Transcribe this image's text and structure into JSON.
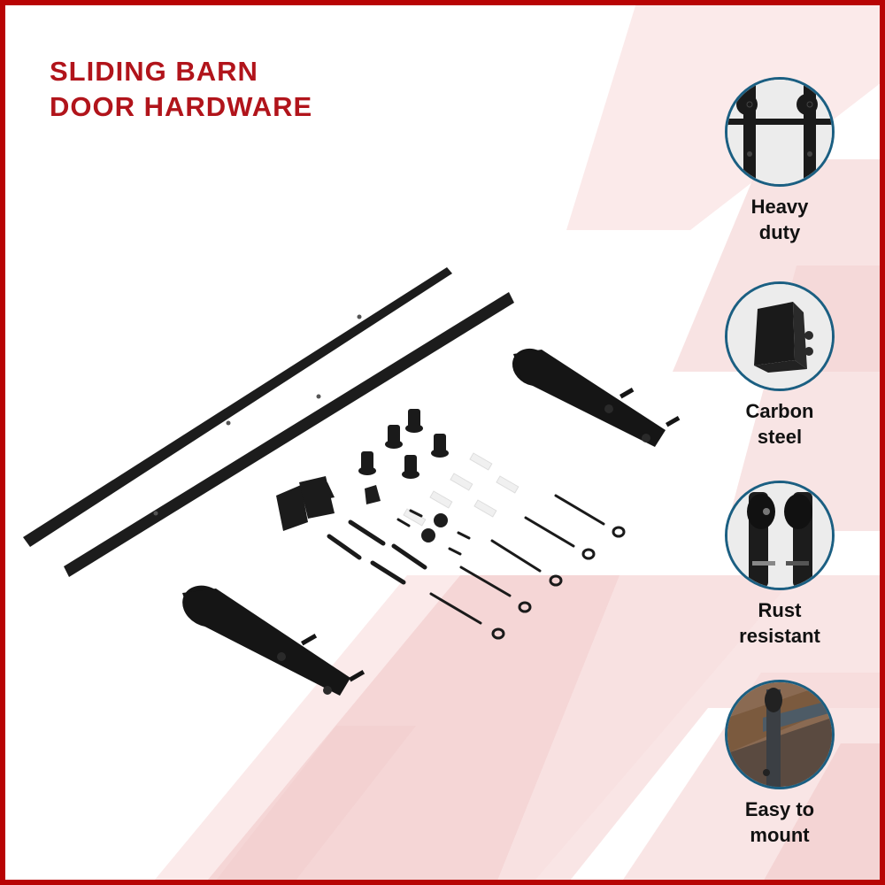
{
  "header": {
    "title_line1": "SLIDING BARN",
    "title_line2": "DOOR HARDWARE"
  },
  "colors": {
    "border": "#b80404",
    "title": "#b1141b",
    "badge_ring": "#1b5f82",
    "background_accent": "#f4d3d3",
    "hardware": "#1a1a1a"
  },
  "product": {
    "name": "Sliding barn door hardware kit",
    "components": [
      "track-rail",
      "track-rail",
      "roller-hanger",
      "roller-hanger",
      "floor-guide",
      "floor-guide",
      "wall-spacers",
      "stoppers",
      "wall-anchors",
      "bolts",
      "lag-screws",
      "washers"
    ]
  },
  "features": [
    {
      "icon": "hanger-rail-icon",
      "line1": "Heavy",
      "line2": "duty"
    },
    {
      "icon": "floor-guide-icon",
      "line1": "Carbon",
      "line2": "steel"
    },
    {
      "icon": "roller-wheel-icon",
      "line1": "Rust",
      "line2": "resistant"
    },
    {
      "icon": "mounted-door-icon",
      "line1": "Easy to",
      "line2": "mount"
    }
  ]
}
